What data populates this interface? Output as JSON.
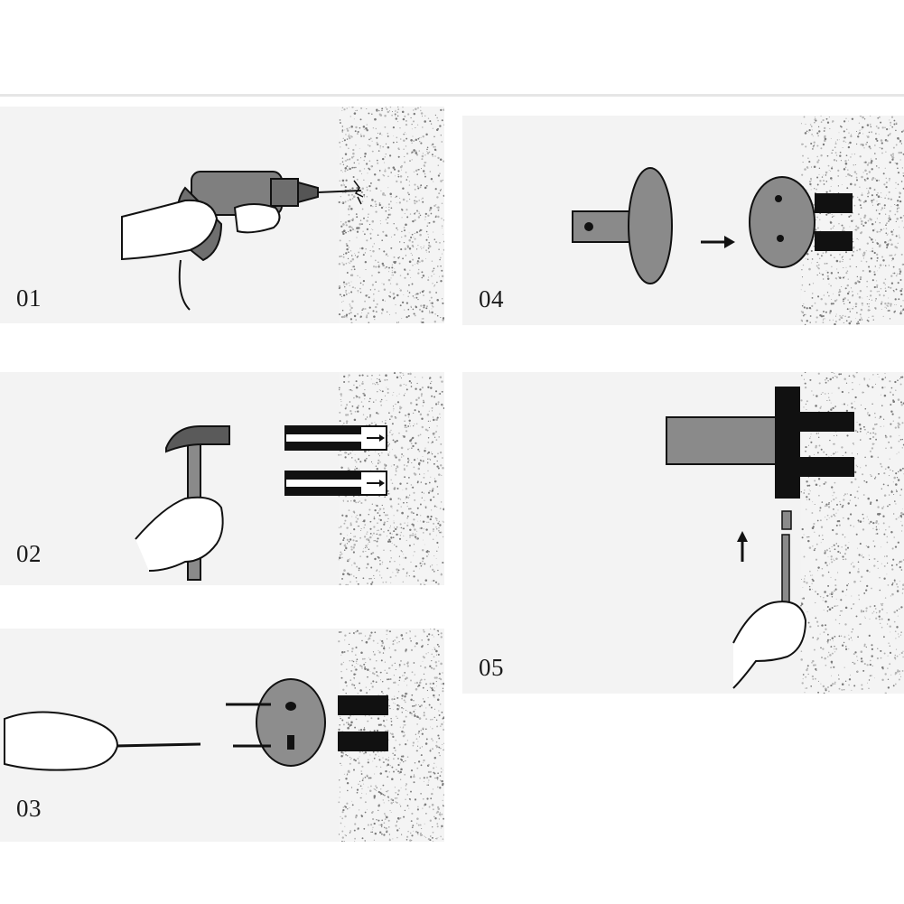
{
  "steps": [
    {
      "id": "01",
      "label": "01",
      "description_icon": "drill-icon"
    },
    {
      "id": "02",
      "label": "02",
      "description_icon": "hammer-icon"
    },
    {
      "id": "03",
      "label": "03",
      "description_icon": "screwdriver-icon"
    },
    {
      "id": "04",
      "label": "04",
      "description_icon": "mounting-base-icon"
    },
    {
      "id": "05",
      "label": "05",
      "description_icon": "set-screw-icon"
    }
  ],
  "colors": {
    "panel_bg": "#f3f3f3",
    "metal": "#8c8c8c",
    "metal_dark": "#4a4a4a",
    "ink": "#111111",
    "wall_speckle": "#9a9a9a"
  }
}
